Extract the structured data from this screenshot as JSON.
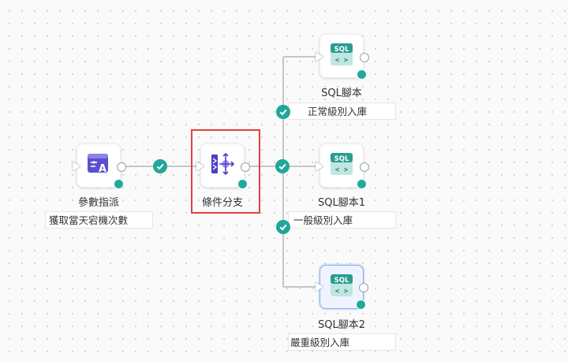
{
  "nodes": {
    "param": {
      "label": "參數指派",
      "desc": "獲取當天宕機次數"
    },
    "branch": {
      "label": "條件分支"
    },
    "sql_top": {
      "label": "SQL腳本",
      "branch_label": "正常級別入庫"
    },
    "sql_mid": {
      "label": "SQL腳本1",
      "branch_label": "一般級別入庫"
    },
    "sql_bottom": {
      "label": "SQL腳本2",
      "branch_label": "嚴重級別入庫"
    }
  },
  "icons": {
    "sql_badge": "SQL",
    "sql_code": "< >"
  },
  "colors": {
    "accent": "#22a99b",
    "highlight": "#e53e3e",
    "param_icon": "#5b4fcf"
  }
}
